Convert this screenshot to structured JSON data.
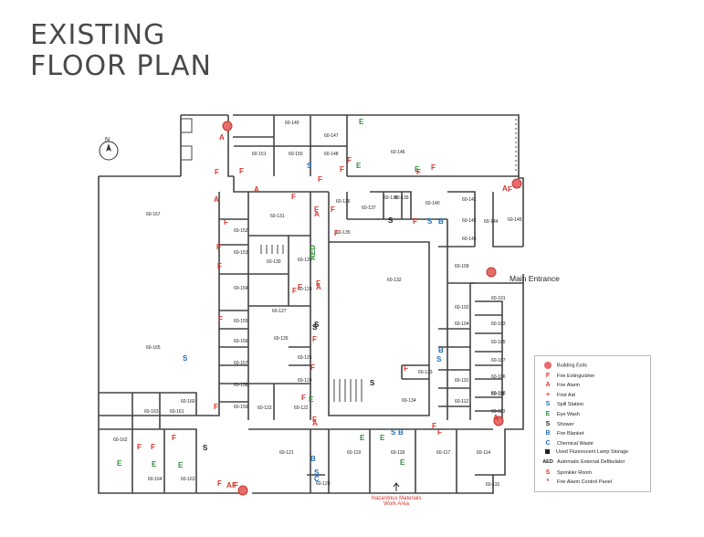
{
  "title": {
    "line1": "EXISTING",
    "line2": "FLOOR PLAN"
  },
  "north": "N",
  "main_entrance": "Main Entrance",
  "hazard_label": {
    "line1": "Hazardous Materials",
    "line2": "Work Area"
  },
  "rooms": [
    {
      "id": "60-149"
    },
    {
      "id": "60-147"
    },
    {
      "id": "60-146"
    },
    {
      "id": "60-151"
    },
    {
      "id": "60-150"
    },
    {
      "id": "60-148"
    },
    {
      "id": "60-167"
    },
    {
      "id": "60-131"
    },
    {
      "id": "60-136"
    },
    {
      "id": "60-137"
    },
    {
      "id": "60-138"
    },
    {
      "id": "60-139"
    },
    {
      "id": "60-140"
    },
    {
      "id": "60-141"
    },
    {
      "id": "60-142"
    },
    {
      "id": "60-144"
    },
    {
      "id": "60-145"
    },
    {
      "id": "60-143"
    },
    {
      "id": "60-135"
    },
    {
      "id": "60-152"
    },
    {
      "id": "60-153"
    },
    {
      "id": "60-130"
    },
    {
      "id": "60-129"
    },
    {
      "id": "60-132"
    },
    {
      "id": "60-109"
    },
    {
      "id": "60-154"
    },
    {
      "id": "60-128"
    },
    {
      "id": "60-101"
    },
    {
      "id": "60-127"
    },
    {
      "id": "60-102"
    },
    {
      "id": "60-155"
    },
    {
      "id": "60-104"
    },
    {
      "id": "60-103"
    },
    {
      "id": "60-156"
    },
    {
      "id": "60-126"
    },
    {
      "id": "60-105"
    },
    {
      "id": "60-165"
    },
    {
      "id": "60-157"
    },
    {
      "id": "60-107"
    },
    {
      "id": "60-125"
    },
    {
      "id": "60-106"
    },
    {
      "id": "60-158"
    },
    {
      "id": "60-124"
    },
    {
      "id": "60-133"
    },
    {
      "id": "60-110"
    },
    {
      "id": "60-108"
    },
    {
      "id": "60-160"
    },
    {
      "id": "60-111"
    },
    {
      "id": "60-163"
    },
    {
      "id": "60-161"
    },
    {
      "id": "60-159"
    },
    {
      "id": "60-123"
    },
    {
      "id": "60-122"
    },
    {
      "id": "60-134"
    },
    {
      "id": "60-112"
    },
    {
      "id": "60-113"
    },
    {
      "id": "60-162"
    },
    {
      "id": "60-121"
    },
    {
      "id": "60-119"
    },
    {
      "id": "60-118"
    },
    {
      "id": "60-117"
    },
    {
      "id": "60-114"
    },
    {
      "id": "60-164"
    },
    {
      "id": "60-163"
    },
    {
      "id": "60-120"
    },
    {
      "id": "60-115"
    }
  ],
  "symbols": [
    {
      "t": "A",
      "c": "#d9342b"
    },
    {
      "t": "F",
      "c": "#d9342b"
    },
    {
      "t": "F",
      "c": "#d9342b"
    },
    {
      "t": "A",
      "c": "#d9342b"
    },
    {
      "t": "E",
      "c": "#2f8f3a"
    },
    {
      "t": "S",
      "c": "#1f6fb5"
    },
    {
      "t": "F",
      "c": "#d9342b"
    },
    {
      "t": "F",
      "c": "#d9342b"
    },
    {
      "t": "E",
      "c": "#2f8f3a"
    },
    {
      "t": "F",
      "c": "#d9342b"
    },
    {
      "t": "E",
      "c": "#2f8f3a"
    },
    {
      "t": "F",
      "c": "#d9342b"
    },
    {
      "t": "F",
      "c": "#d9342b"
    },
    {
      "t": "A",
      "c": "#d9342b"
    },
    {
      "t": "F",
      "c": "#d9342b"
    },
    {
      "t": "A",
      "c": "#d9342b"
    },
    {
      "t": "F",
      "c": "#d9342b"
    },
    {
      "t": "F",
      "c": "#d9342b"
    },
    {
      "t": "F",
      "c": "#d9342b"
    },
    {
      "t": "A",
      "c": "#d9342b"
    },
    {
      "t": "F",
      "c": "#d9342b"
    },
    {
      "t": "S",
      "c": "#222"
    },
    {
      "t": "F",
      "c": "#d9342b"
    },
    {
      "t": "S",
      "c": "#1f6fb5"
    },
    {
      "t": "B",
      "c": "#1f6fb5"
    },
    {
      "t": "F",
      "c": "#d9342b"
    },
    {
      "t": "F",
      "c": "#d9342b"
    },
    {
      "t": "F",
      "c": "#d9342b"
    },
    {
      "t": "F",
      "c": "#d9342b"
    },
    {
      "t": "A",
      "c": "#d9342b"
    },
    {
      "t": "F",
      "c": "#d9342b"
    },
    {
      "t": "F",
      "c": "#d9342b"
    },
    {
      "t": "F",
      "c": "#d9342b"
    },
    {
      "t": "S",
      "c": "#222"
    },
    {
      "t": "F",
      "c": "#d9342b"
    },
    {
      "t": "S",
      "c": "#1f6fb5"
    },
    {
      "t": "B",
      "c": "#1f6fb5"
    },
    {
      "t": "S",
      "c": "#1f6fb5"
    },
    {
      "t": "F",
      "c": "#d9342b"
    },
    {
      "t": "F",
      "c": "#d9342b"
    },
    {
      "t": "F",
      "c": "#d9342b"
    },
    {
      "t": "S",
      "c": "#222"
    },
    {
      "t": "E",
      "c": "#2f8f3a"
    },
    {
      "t": "F",
      "c": "#d9342b"
    },
    {
      "t": "F",
      "c": "#d9342b"
    },
    {
      "t": "A",
      "c": "#d9342b"
    },
    {
      "t": "F",
      "c": "#d9342b"
    },
    {
      "t": "A",
      "c": "#d9342b"
    },
    {
      "t": "F",
      "c": "#d9342b"
    },
    {
      "t": "S",
      "c": "#1f6fb5"
    },
    {
      "t": "B",
      "c": "#1f6fb5"
    },
    {
      "t": "F",
      "c": "#d9342b"
    },
    {
      "t": "F",
      "c": "#d9342b"
    },
    {
      "t": "F",
      "c": "#d9342b"
    },
    {
      "t": "S",
      "c": "#222"
    },
    {
      "t": "E",
      "c": "#2f8f3a"
    },
    {
      "t": "E",
      "c": "#2f8f3a"
    },
    {
      "t": "E",
      "c": "#2f8f3a"
    },
    {
      "t": "F",
      "c": "#d9342b"
    },
    {
      "t": "F",
      "c": "#d9342b"
    },
    {
      "t": "E",
      "c": "#2f8f3a"
    },
    {
      "t": "E",
      "c": "#2f8f3a"
    },
    {
      "t": "E",
      "c": "#2f8f3a"
    },
    {
      "t": "B",
      "c": "#1f6fb5"
    },
    {
      "t": "S",
      "c": "#1f6fb5"
    },
    {
      "t": "C",
      "c": "#1f6fb5"
    },
    {
      "t": "A",
      "c": "#d9342b"
    },
    {
      "t": "F",
      "c": "#d9342b"
    },
    {
      "t": "AED",
      "c": "#2f8f3a"
    },
    {
      "t": "S",
      "c": "#222"
    }
  ],
  "legend": [
    {
      "key": "",
      "type": "dot",
      "label": "Building Exits",
      "color": "#e86a6a"
    },
    {
      "key": "F",
      "label": "Fire Extinguisher",
      "color": "#d9342b"
    },
    {
      "key": "A",
      "label": "Fire Alarm",
      "color": "#d9342b"
    },
    {
      "key": "+",
      "label": "First Aid",
      "color": "#d9342b"
    },
    {
      "key": "S",
      "label": "Spill Station",
      "color": "#1f6fb5"
    },
    {
      "key": "E",
      "label": "Eye Wash",
      "color": "#2f8f3a"
    },
    {
      "key": "S",
      "label": "Shower",
      "color": "#222"
    },
    {
      "key": "B",
      "label": "Fire Blanket",
      "color": "#1f6fb5"
    },
    {
      "key": "C",
      "label": "Chemical Waste",
      "color": "#1f6fb5"
    },
    {
      "key": "",
      "type": "square",
      "label": "Used Fluorescent Lamp Storage",
      "color": "#222"
    },
    {
      "key": "AED",
      "label": "Automatic External Defibulator",
      "color": "#222"
    },
    {
      "key": "S",
      "label": "Sprinkler Room",
      "color": "#d9342b"
    },
    {
      "key": "*",
      "label": "Fire Alarm Control Panel",
      "color": "#d9342b"
    }
  ]
}
